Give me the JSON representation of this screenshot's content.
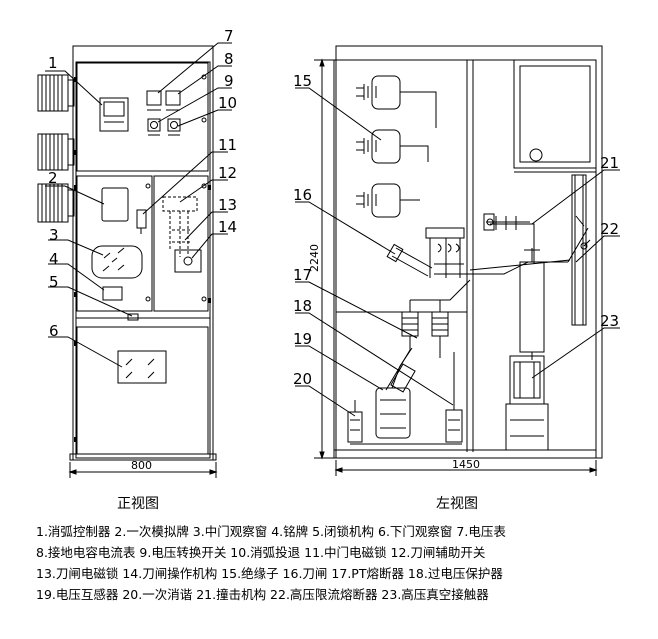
{
  "front_view": {
    "title": "正视图",
    "width_dim": "800",
    "callouts": [
      "1",
      "2",
      "3",
      "4",
      "5",
      "6",
      "7",
      "8",
      "9",
      "10",
      "11",
      "12",
      "13",
      "14"
    ]
  },
  "side_view": {
    "title": "左视图",
    "width_dim": "1450",
    "height_dim": "2240",
    "callouts": [
      "15",
      "16",
      "17",
      "18",
      "19",
      "20",
      "21",
      "22",
      "23"
    ]
  },
  "legend": {
    "line1": "1.消弧控制器 2.一次模拟牌 3.中门观察窗 4.铭牌 5.闭锁机构 6.下门观察窗 7.电压表",
    "line2": "8.接地电容电流表 9.电压转换开关 10.消弧投退 11.中门电磁锁 12.刀闸辅助开关",
    "line3": "13.刀闸电磁锁 14.刀闸操作机构 15.绝缘子 16.刀闸 17.PT熔断器 18.过电压保护器",
    "line4": "19.电压互感器 20.一次消谐 21.撞击机构 22.高压限流熔断器 23.高压真空接触器"
  }
}
